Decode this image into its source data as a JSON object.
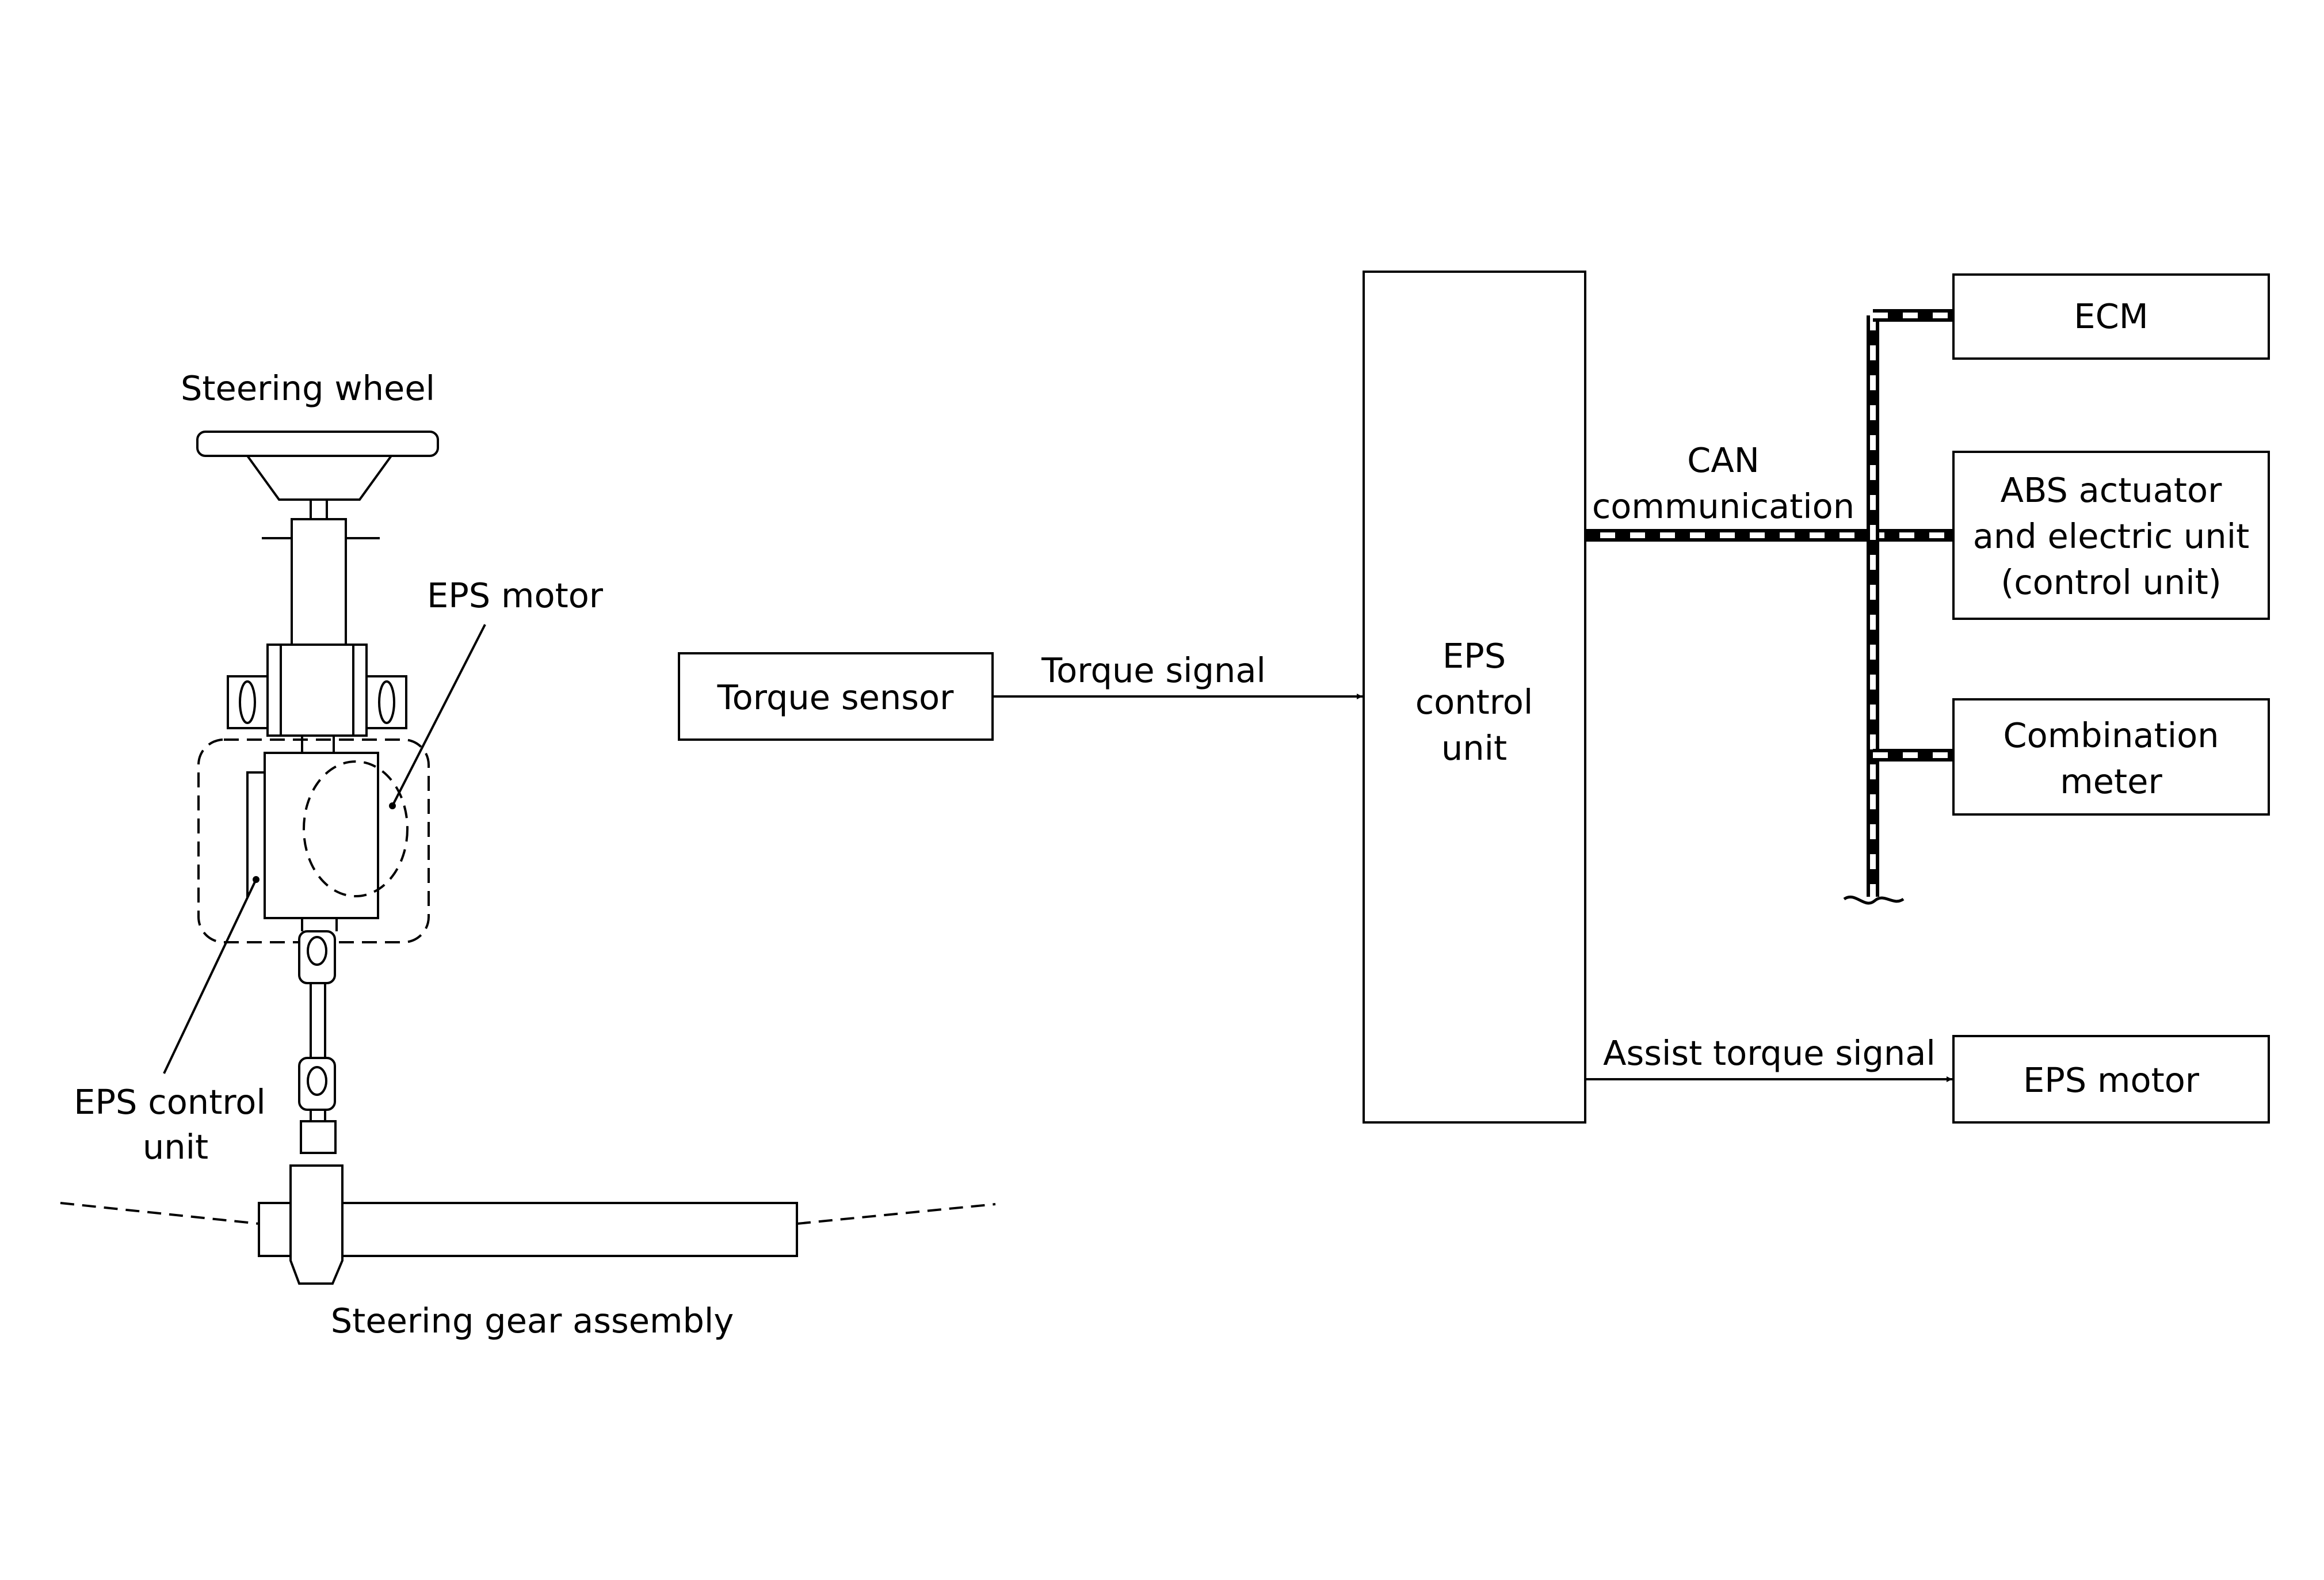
{
  "mechanical": {
    "steering_wheel": "Steering wheel",
    "eps_motor": "EPS motor",
    "eps_control_unit_line1": "EPS control",
    "eps_control_unit_line2": "unit",
    "steering_gear_assembly": "Steering gear assembly"
  },
  "block": {
    "torque_sensor": "Torque sensor",
    "torque_signal": "Torque signal",
    "eps_unit_line1": "EPS",
    "eps_unit_line2": "control",
    "eps_unit_line3": "unit",
    "can_line1": "CAN",
    "can_line2": "communication",
    "ecm": "ECM",
    "abs_line1": "ABS actuator",
    "abs_line2": "and electric unit",
    "abs_line3": "(control unit)",
    "combination_line1": "Combination",
    "combination_line2": "meter",
    "assist_torque_signal": "Assist torque signal",
    "eps_motor": "EPS motor"
  },
  "colors": {
    "line": "#000000",
    "background": "#ffffff"
  }
}
